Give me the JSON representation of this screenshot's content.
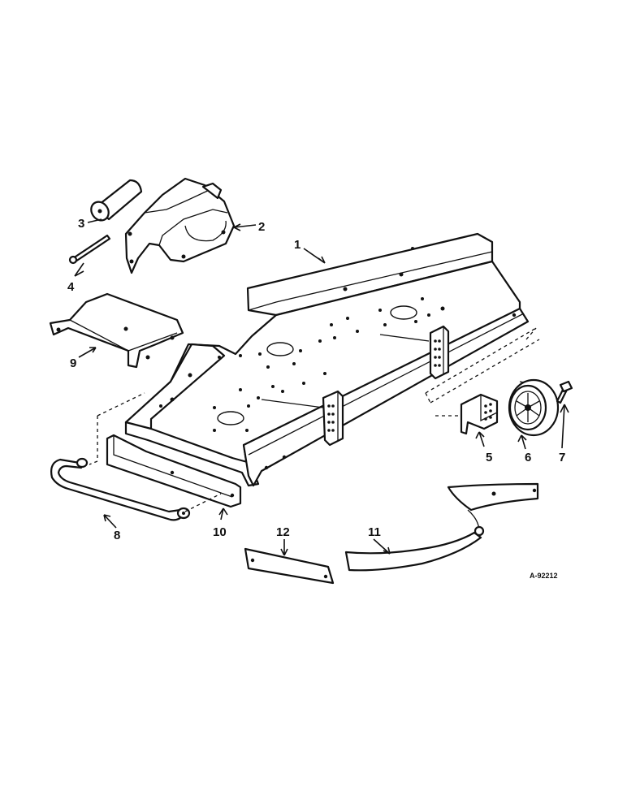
{
  "diagram": {
    "drawing_number": "A-92212",
    "callouts": {
      "c1": "1",
      "c2": "2",
      "c3": "3",
      "c4": "4",
      "c5": "5",
      "c6": "6",
      "c7": "7",
      "c8": "8",
      "c9": "9",
      "c10": "10",
      "c11": "11",
      "c12": "12"
    }
  }
}
